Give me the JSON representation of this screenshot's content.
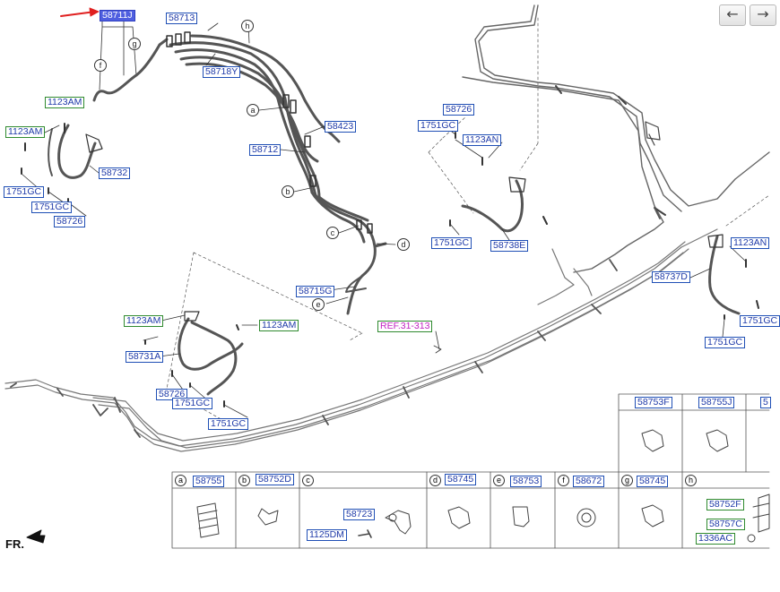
{
  "nav": {
    "back": "←",
    "forward": "→"
  },
  "fr_label": "FR.",
  "callouts": {
    "58711J": "58711J",
    "58713": "58713",
    "58718Y": "58718Y",
    "58423": "58423",
    "58712": "58712",
    "58715G": "58715G",
    "1123AM_a": "1123AM",
    "1123AM_b": "1123AM",
    "1751GC_a": "1751GC",
    "1751GC_b": "1751GC",
    "58732": "58732",
    "58726_a": "58726",
    "58726_top": "58726",
    "1751GC_top": "1751GC",
    "1123AN_top": "1123AN",
    "1751GC_mid": "1751GC",
    "58738E": "58738E",
    "1123AN_right": "1123AN",
    "58737D": "58737D",
    "1751GC_right1": "1751GC",
    "1751GC_right2": "1751GC",
    "REF": "REF.31-313",
    "1123AM_c": "1123AM",
    "1123AM_d": "1123AM",
    "58731A": "58731A",
    "58726_b": "58726",
    "1751GC_c": "1751GC",
    "1751GC_d": "1751GC"
  },
  "diagram_letters": [
    "a",
    "b",
    "c",
    "d",
    "e",
    "f",
    "g",
    "h"
  ],
  "parts_table": {
    "bottom_row": [
      {
        "letter": "a",
        "part": "58755"
      },
      {
        "letter": "b",
        "part": "58752D"
      },
      {
        "letter": "c",
        "part": "",
        "sub": [
          "58723",
          "1125DM"
        ]
      },
      {
        "letter": "d",
        "part": "58745"
      },
      {
        "letter": "e",
        "part": "58753"
      },
      {
        "letter": "f",
        "part": "58672"
      },
      {
        "letter": "g",
        "part": "58745"
      },
      {
        "letter": "h",
        "part": "",
        "sub": [
          "58752F",
          "58757C",
          "1336AC"
        ]
      }
    ],
    "upper_row": [
      "58753F",
      "58755J",
      "5"
    ]
  },
  "colors": {
    "label_border": "#1f4fb5",
    "green_border": "#2f8a2f",
    "selected_fill": "#4f5fe0",
    "arrow": "#e02020",
    "ref_text": "#c020c0"
  }
}
